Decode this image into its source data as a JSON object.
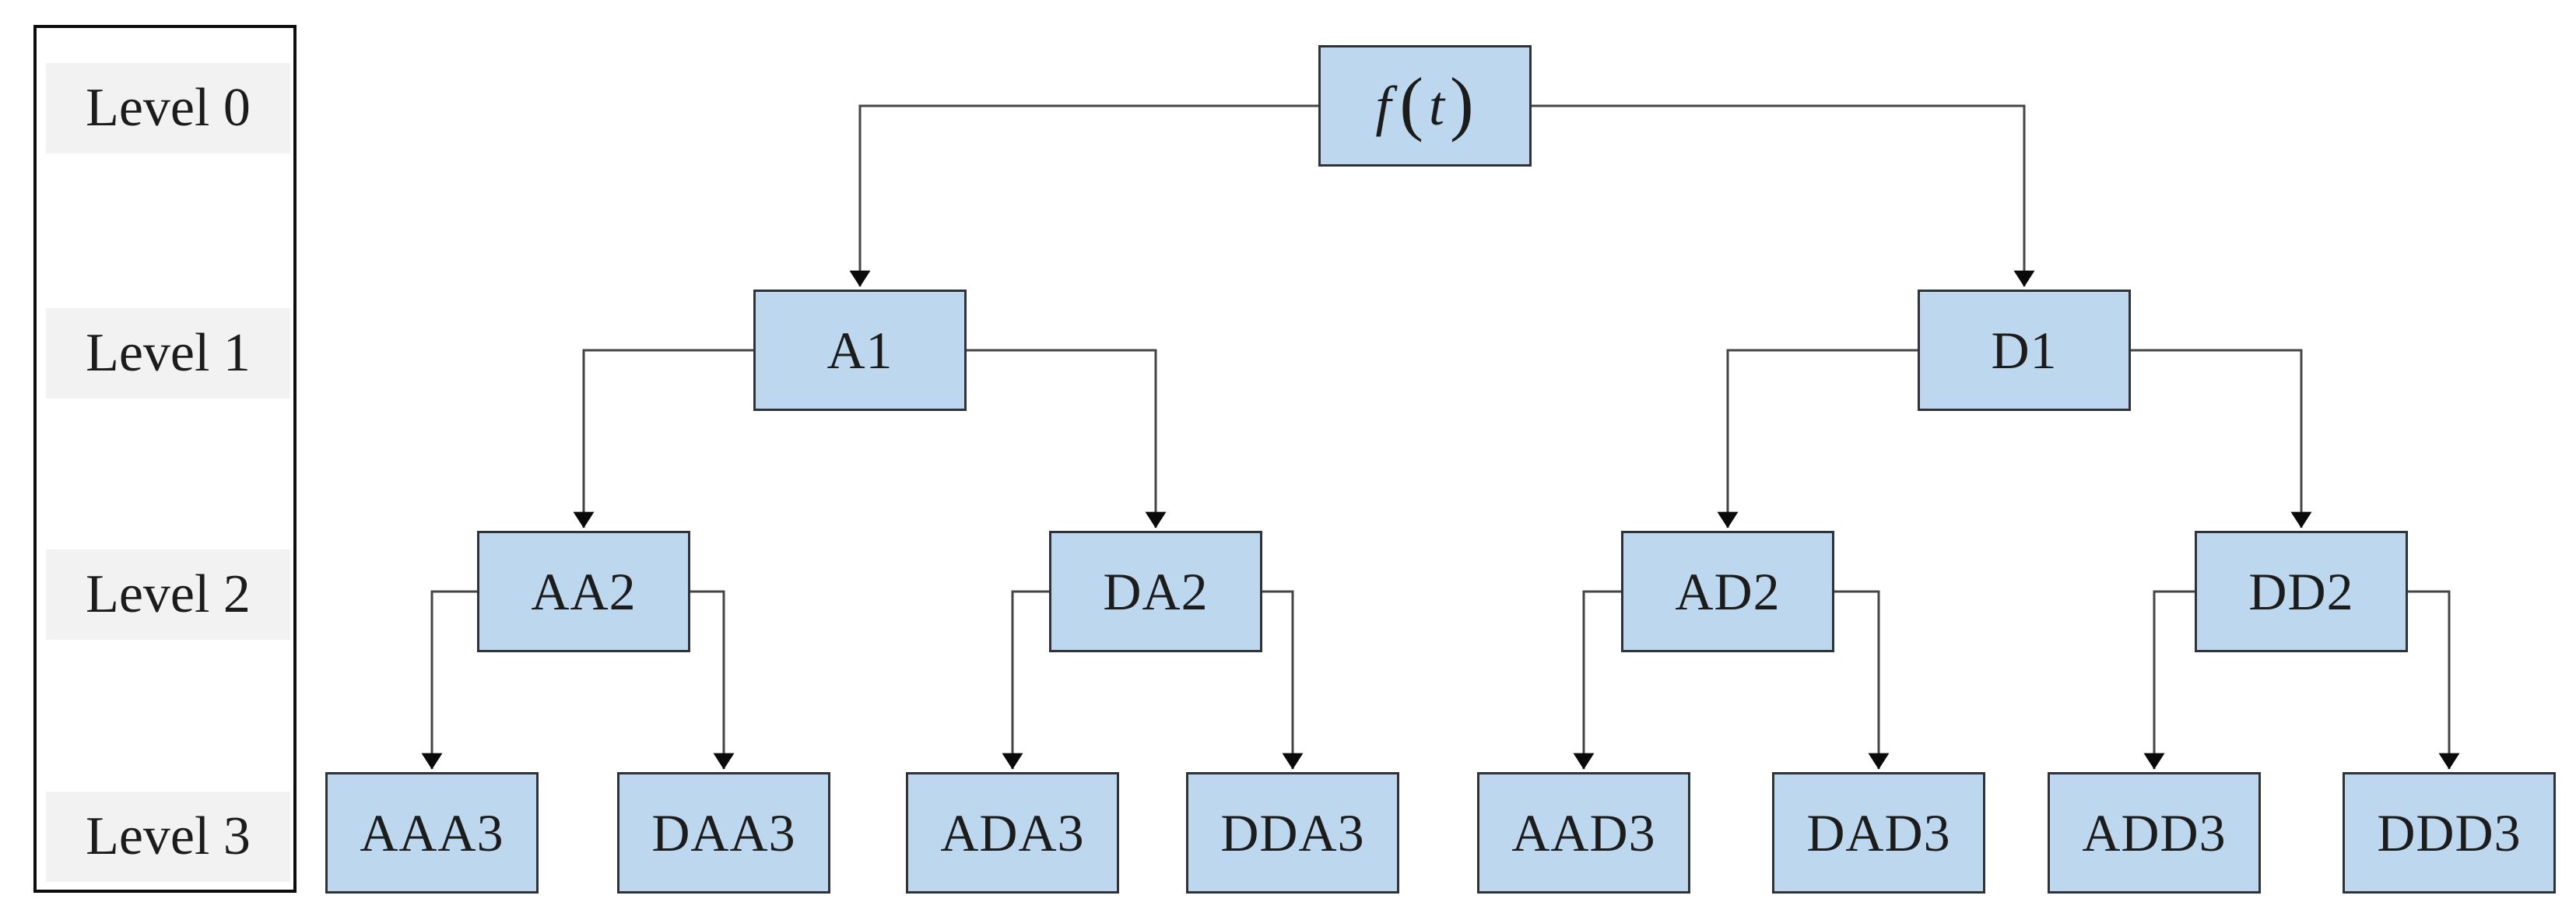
{
  "colors": {
    "canvas-bg": "#ffffff",
    "node-fill": "#bdd7ee",
    "node-border": "#2f3338",
    "node-text": "#1c1c1c",
    "line": "#454545",
    "arrow": "#0a0a0a",
    "legend-border": "#0d0d0d",
    "legend-band": "#f2f2f2",
    "legend-text": "#1c1c1c"
  },
  "legend": {
    "items": [
      {
        "label": "Level 0"
      },
      {
        "label": "Level 1"
      },
      {
        "label": "Level 2"
      },
      {
        "label": "Level 3"
      }
    ]
  },
  "tree": {
    "root": {
      "func": "f",
      "open": "(",
      "var": "t",
      "close": ")"
    },
    "nodes": {
      "a1": "A1",
      "d1": "D1",
      "aa2": "AA2",
      "da2": "DA2",
      "ad2": "AD2",
      "dd2": "DD2",
      "aaa3": "AAA3",
      "daa3": "DAA3",
      "ada3": "ADA3",
      "dda3": "DDA3",
      "aad3": "AAD3",
      "dad3": "DAD3",
      "add3": "ADD3",
      "ddd3": "DDD3"
    }
  }
}
